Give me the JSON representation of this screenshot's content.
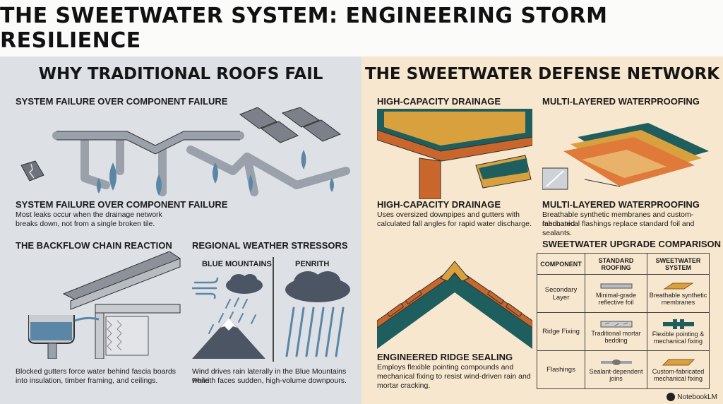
{
  "title": "THE SWEETWATER SYSTEM: ENGINEERING STORM RESILIENCE",
  "left": {
    "heading": "WHY TRADITIONAL ROOFS FAIL",
    "top_label": "SYSTEM FAILURE OVER COMPONENT FAILURE",
    "failure": {
      "title": "SYSTEM FAILURE OVER COMPONENT FAILURE",
      "text_line1": "Most leaks occur when the drainage network",
      "text_line2": "breaks down, not from a single broken tile."
    },
    "backflow": {
      "title": "THE BACKFLOW CHAIN REACTION",
      "text_line1": "Blocked gutters force water behind fascia boards",
      "text_line2": "into insulation, timber framing, and ceilings."
    },
    "weather": {
      "title": "REGIONAL WEATHER STRESSORS",
      "region_a": "BLUE MOUNTAINS",
      "region_b": "PENRITH",
      "text_line1": "Wind drives rain laterally in the Blue Mountains while",
      "text_line2": "Penrith faces sudden, high-volume downpours."
    }
  },
  "right": {
    "heading": "THE SWEETWATER DEFENSE NETWORK",
    "drainage_label": "HIGH-CAPACITY DRAINAGE",
    "waterproof_label": "MULTI-LAYERED WATERPROOFING",
    "drainage": {
      "title": "HIGH-CAPACITY DRAINAGE",
      "text_line1": "Uses oversized downpipes and gutters with",
      "text_line2": "calculated fall angles for rapid water discharge."
    },
    "waterproof": {
      "title": "MULTI-LAYERED WATERPROOFING",
      "text_line1": "Breathable synthetic membranes and custom-fabricated",
      "text_line2": "mechanical flashings replace standard foil and sealants."
    },
    "ridge": {
      "title": "ENGINEERED RIDGE SEALING",
      "text_line1": "Employs flexible pointing compounds and",
      "text_line2": "mechanical fixing to resist wind-driven rain and",
      "text_line3": "mortar cracking."
    },
    "comparison": {
      "title": "SWEETWATER UPGRADE COMPARISON",
      "col_component": "COMPONENT",
      "col_standard": "STANDARD ROOFING",
      "col_sweetwater": "SWEETWATER SYSTEM",
      "rows": [
        {
          "component": "Secondary Layer",
          "standard": "Minimal-grade reflective foil",
          "sweetwater": "Breathable synthetic membranes"
        },
        {
          "component": "Ridge Fixing",
          "standard": "Traditional mortar bedding",
          "sweetwater": "Flexible pointing & mechanical fixing"
        },
        {
          "component": "Flashings",
          "standard": "Sealant-dependent joins",
          "sweetwater": "Custom-fabricated mechanical fixing"
        }
      ]
    }
  },
  "brand": "NotebookLM",
  "colors": {
    "left_bg": "#dde0e5",
    "right_bg": "#f7e7cf",
    "water_blue": "#5b86a6",
    "pipe_grey": "#9aa1aa",
    "teal": "#1f5e5e",
    "orange": "#c8662b",
    "gold": "#d9a13e"
  }
}
